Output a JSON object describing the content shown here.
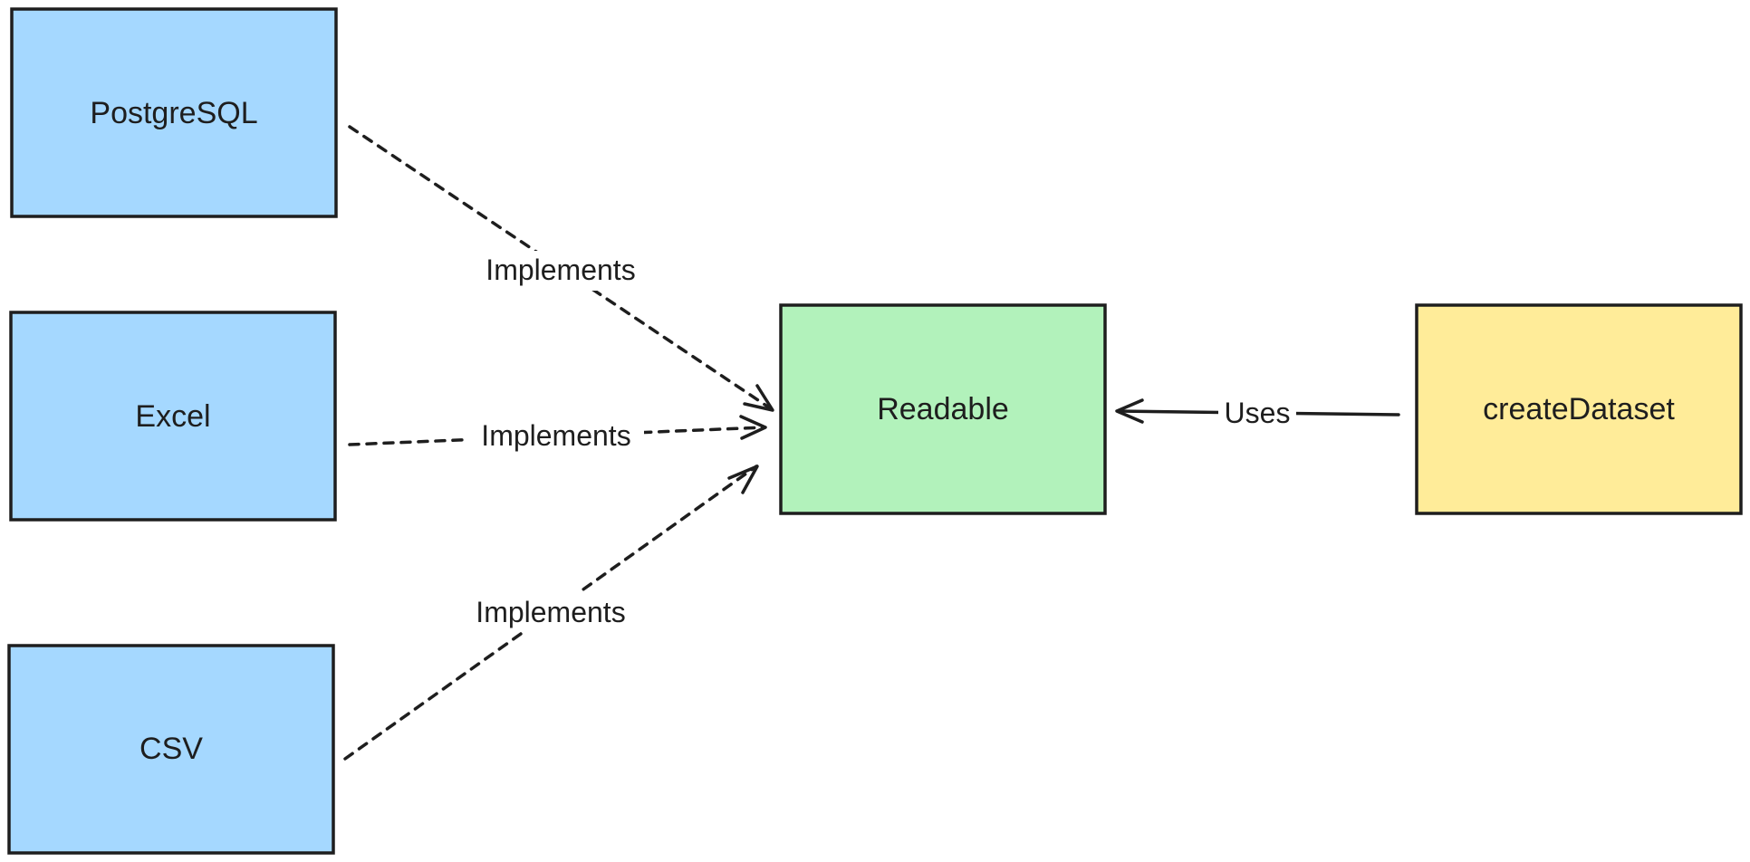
{
  "colors": {
    "source": "#a5d8ff",
    "interface": "#b2f2bb",
    "consumer": "#ffec99",
    "stroke": "#1e1e1e"
  },
  "nodes": {
    "postgresql": {
      "label": "PostgreSQL"
    },
    "excel": {
      "label": "Excel"
    },
    "csv": {
      "label": "CSV"
    },
    "readable": {
      "label": "Readable"
    },
    "createdataset": {
      "label": "createDataset"
    }
  },
  "edges": {
    "postgresql_readable": {
      "label": "Implements",
      "style": "dashed"
    },
    "excel_readable": {
      "label": "Implements",
      "style": "dashed"
    },
    "csv_readable": {
      "label": "Implements",
      "style": "dashed"
    },
    "createdataset_readable": {
      "label": "Uses",
      "style": "solid"
    }
  }
}
